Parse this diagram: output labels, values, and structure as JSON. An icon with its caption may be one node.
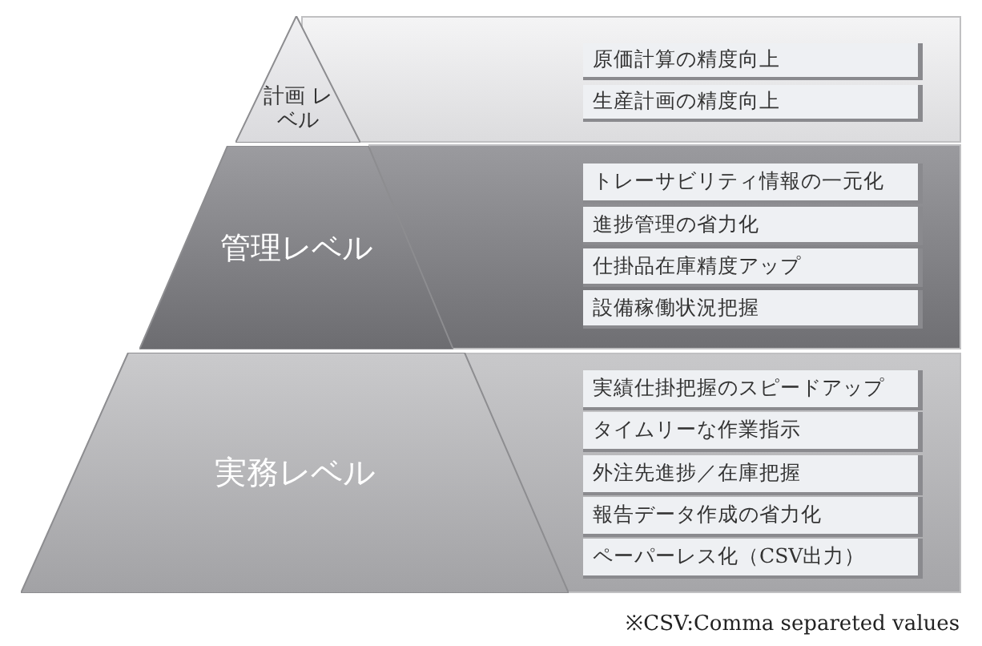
{
  "diagram": {
    "nodes": [
      {
        "text": [
          "計画 レベル"
        ]
      },
      {
        "text": [
          "原価計算の精度向上"
        ]
      },
      {
        "text": [
          "生産計画の精度向上"
        ]
      },
      {
        "text": [
          "管理レベル"
        ]
      },
      {
        "text": [
          "トレーサビリティ情報の一元化"
        ]
      },
      {
        "text": [
          "進捗管理の省力化"
        ]
      },
      {
        "text": [
          "仕掛品在庫精度アップ"
        ]
      },
      {
        "text": [
          "設備稼働状況把握"
        ]
      },
      {
        "text": [
          "実務レベル"
        ]
      },
      {
        "text": [
          "実績仕掛把握のスピードアップ"
        ]
      },
      {
        "text": [
          "タイムリーな作業指示"
        ]
      },
      {
        "text": [
          "外注先進捗／在庫把握"
        ]
      },
      {
        "text": [
          "報告データ作成の省力化"
        ]
      },
      {
        "text": [
          "ペーパーレス化（CSV出力）"
        ]
      }
    ],
    "labels": [
      "※CSV:Comma separeted values"
    ]
  }
}
